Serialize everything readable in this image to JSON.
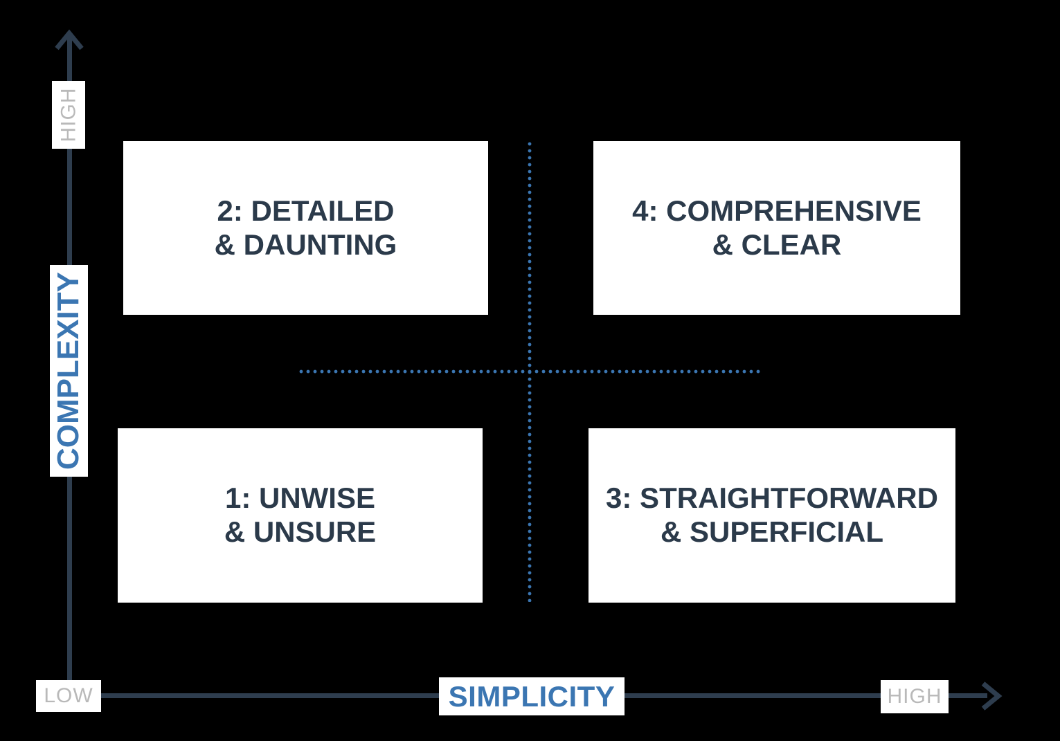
{
  "diagram": {
    "type": "2x2-quadrant-matrix",
    "colors": {
      "background": "#000000",
      "axis": "#2e3d4e",
      "accent_blue": "#3b76b2",
      "muted_gray": "#b9b9b9",
      "quadrant_text": "#2b3a4a",
      "box_fill": "#ffffff"
    },
    "y_axis": {
      "title": "COMPLEXITY",
      "high_label": "HIGH"
    },
    "x_axis": {
      "title": "SIMPLICITY",
      "high_label": "HIGH"
    },
    "origin_label": "LOW",
    "quadrants": [
      {
        "number": "1",
        "position": "bottom-left",
        "line1": "1: UNWISE",
        "line2": "& UNSURE"
      },
      {
        "number": "2",
        "position": "top-left",
        "line1": "2: DETAILED",
        "line2": "& DAUNTING"
      },
      {
        "number": "3",
        "position": "bottom-right",
        "line1": "3: STRAIGHTFORWARD",
        "line2": "& SUPERFICIAL"
      },
      {
        "number": "4",
        "position": "top-right",
        "line1": "4: COMPREHENSIVE",
        "line2": "& CLEAR"
      }
    ]
  }
}
